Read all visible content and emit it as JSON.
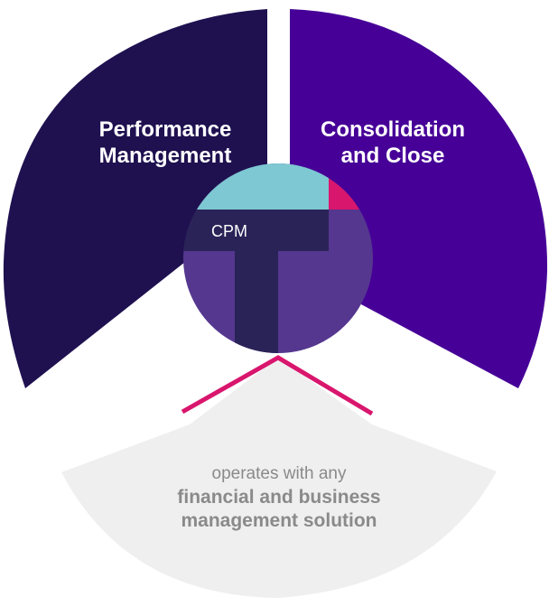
{
  "segments": {
    "left": {
      "line1": "Performance",
      "line2": "Management",
      "color": "#1f1150"
    },
    "right": {
      "line1": "Consolidation",
      "line2": "and Close",
      "color": "#460097"
    },
    "bottom": {
      "line1": "operates with any",
      "line2": "financial and business",
      "line3": "management solution",
      "color": "#efefef"
    }
  },
  "center": {
    "label": "CPM",
    "colors": {
      "teal": "#7dc8d3",
      "pink": "#d9166e",
      "dark": "#2a2357",
      "purple": "#55378f"
    }
  },
  "connector_color": "#d9166e"
}
